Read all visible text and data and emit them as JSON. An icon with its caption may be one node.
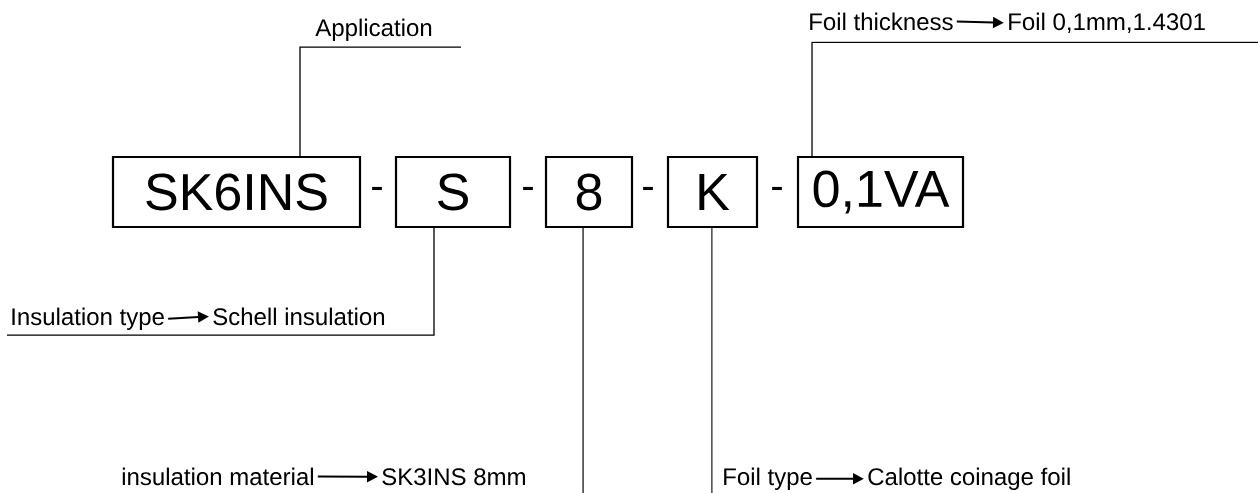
{
  "diagram": {
    "nodes": [
      {
        "text": [
          "SK6INS"
        ]
      },
      {
        "text": [
          "S"
        ]
      },
      {
        "text": [
          "8"
        ]
      },
      {
        "text": [
          "K"
        ]
      },
      {
        "text": [
          "0,1VA"
        ]
      },
      {
        "text": [
          "Application"
        ]
      },
      {
        "text": [
          "Foil thickness"
        ]
      },
      {
        "text": [
          "Foil 0,1mm,1.4301"
        ]
      },
      {
        "text": [
          "Insulation type"
        ]
      },
      {
        "text": [
          "Schell insulation"
        ]
      },
      {
        "text": [
          "insulation material"
        ]
      },
      {
        "text": [
          "SK3INS 8mm"
        ]
      },
      {
        "text": [
          "Foil type"
        ]
      },
      {
        "text": [
          "Calotte coinage foil"
        ]
      }
    ],
    "edges": [
      {
        "from": 5,
        "to": 0,
        "arrow": "none"
      },
      {
        "from": 6,
        "to": 4,
        "arrow": "none"
      },
      {
        "from": 8,
        "to": 1,
        "arrow": "none"
      },
      {
        "from": null,
        "to": 2,
        "arrow": "none"
      },
      {
        "from": 12,
        "to": 3,
        "arrow": "none"
      },
      {
        "from": 6,
        "to": 7,
        "arrow": "to"
      },
      {
        "from": 8,
        "to": 9,
        "arrow": "to"
      },
      {
        "from": 10,
        "to": 11,
        "arrow": "to"
      },
      {
        "from": 12,
        "to": 13,
        "arrow": "to"
      }
    ],
    "labels": [
      "-",
      "-",
      "-",
      "-"
    ]
  }
}
